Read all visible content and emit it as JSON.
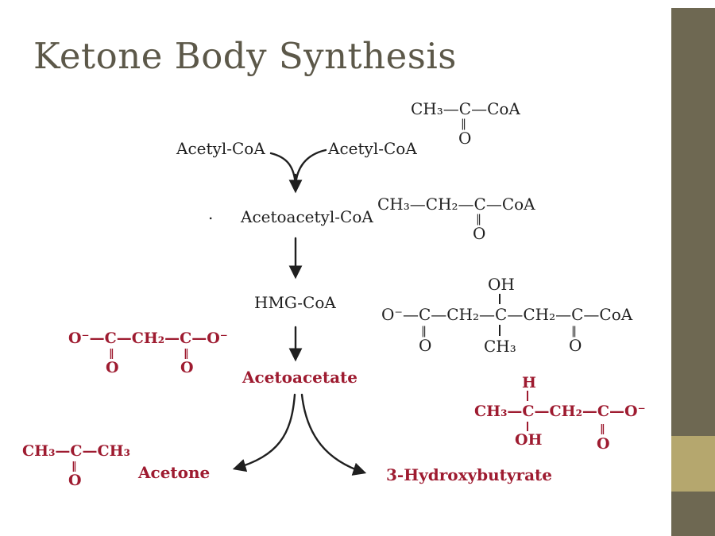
{
  "title": "Ketone Body Synthesis",
  "colors": {
    "ink": "#1f1f1f",
    "structure_red": "#9e1b30",
    "title_text": "#5c5849",
    "sidebar_dark": "#6e6852",
    "sidebar_light": "#b5a76e"
  },
  "labels": {
    "acetyl_coa_left": "Acetyl-CoA",
    "acetyl_coa_right": "Acetyl-CoA",
    "acetoacetyl_coa": "Acetoacetyl-CoA",
    "stray_dot": ".",
    "hmg_coa": "HMG-CoA",
    "acetoacetate": "Acetoacetate",
    "acetone": "Acetone",
    "hydroxybutyrate": "3-Hydroxybutyrate"
  },
  "structures": {
    "acetyl_coa": {
      "chain": "CH₃—C—CoA",
      "dbond": "‖",
      "oxygen": "O"
    },
    "acetoacetyl_coa": {
      "chain": "CH₃—CH₂—C—CoA",
      "dbond": "‖",
      "oxygen": "O"
    },
    "hmg_coa": {
      "oh_top": "OH",
      "chain": "O⁻—C—CH₂—C—CH₂—C—CoA",
      "dbond_left": "‖",
      "oxygen_left": "O",
      "ch3_bottom": "CH₃",
      "dbond_right": "‖",
      "oxygen_right": "O"
    },
    "acetoacetate": {
      "chain": "O⁻—C—CH₂—C—O⁻",
      "dbond_left": "‖",
      "oxygen_left": "O",
      "dbond_right": "‖",
      "oxygen_right": "O"
    },
    "acetone": {
      "chain": "CH₃—C—CH₃",
      "dbond": "‖",
      "oxygen": "O"
    },
    "hydroxybutyrate": {
      "h_top": "H",
      "chain": "CH₃—C—CH₂—C—O⁻",
      "oh_bottom": "OH",
      "dbond": "‖",
      "oxygen": "O"
    }
  }
}
